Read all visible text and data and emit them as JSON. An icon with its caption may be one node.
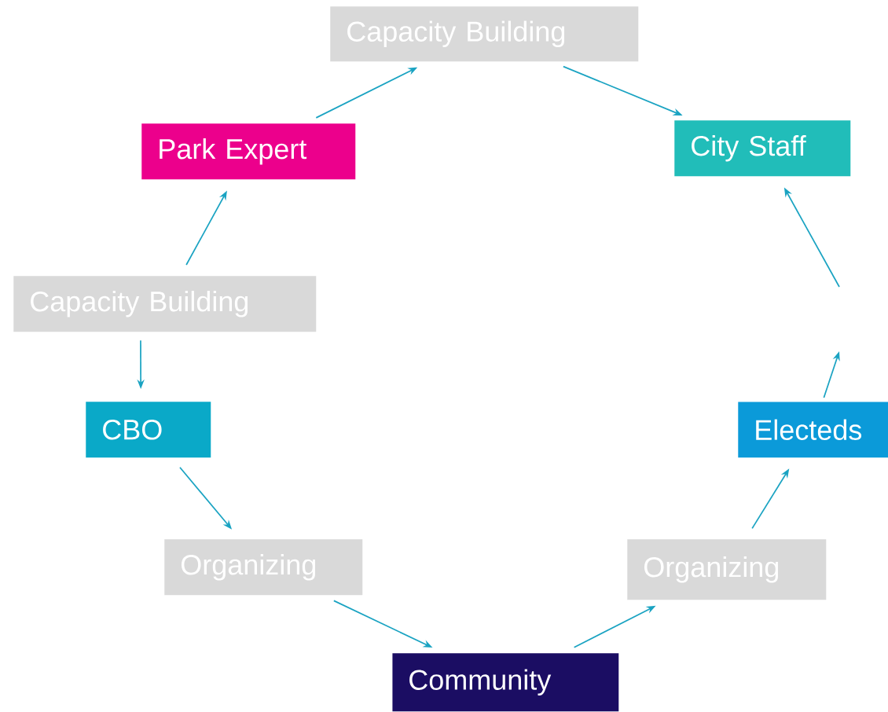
{
  "diagram": {
    "nodes": [
      {
        "text": [
          "Capacity Building"
        ]
      },
      {
        "text": [
          "Park Expert"
        ]
      },
      {
        "text": [
          "City Staff"
        ]
      },
      {
        "text": [
          "Capacity Building"
        ]
      },
      {
        "text": [
          "CBO"
        ]
      },
      {
        "text": [
          "Electeds"
        ]
      },
      {
        "text": [
          "Organizing"
        ]
      },
      {
        "text": [
          "Organizing"
        ]
      },
      {
        "text": [
          "Community"
        ]
      }
    ],
    "edges": [
      {
        "from": 8,
        "to": 7,
        "arrow": "to"
      },
      {
        "from": 7,
        "to": 5,
        "arrow": "to"
      },
      {
        "from": 5,
        "to": null,
        "arrow": "to"
      },
      {
        "from": null,
        "to": 2,
        "arrow": "to"
      },
      {
        "from": 0,
        "to": 2,
        "arrow": "to"
      },
      {
        "from": 1,
        "to": 0,
        "arrow": "to"
      },
      {
        "from": 3,
        "to": 1,
        "arrow": "to"
      },
      {
        "from": 3,
        "to": 4,
        "arrow": "to"
      },
      {
        "from": 4,
        "to": 6,
        "arrow": "to"
      },
      {
        "from": 6,
        "to": 8,
        "arrow": "to"
      }
    ]
  }
}
